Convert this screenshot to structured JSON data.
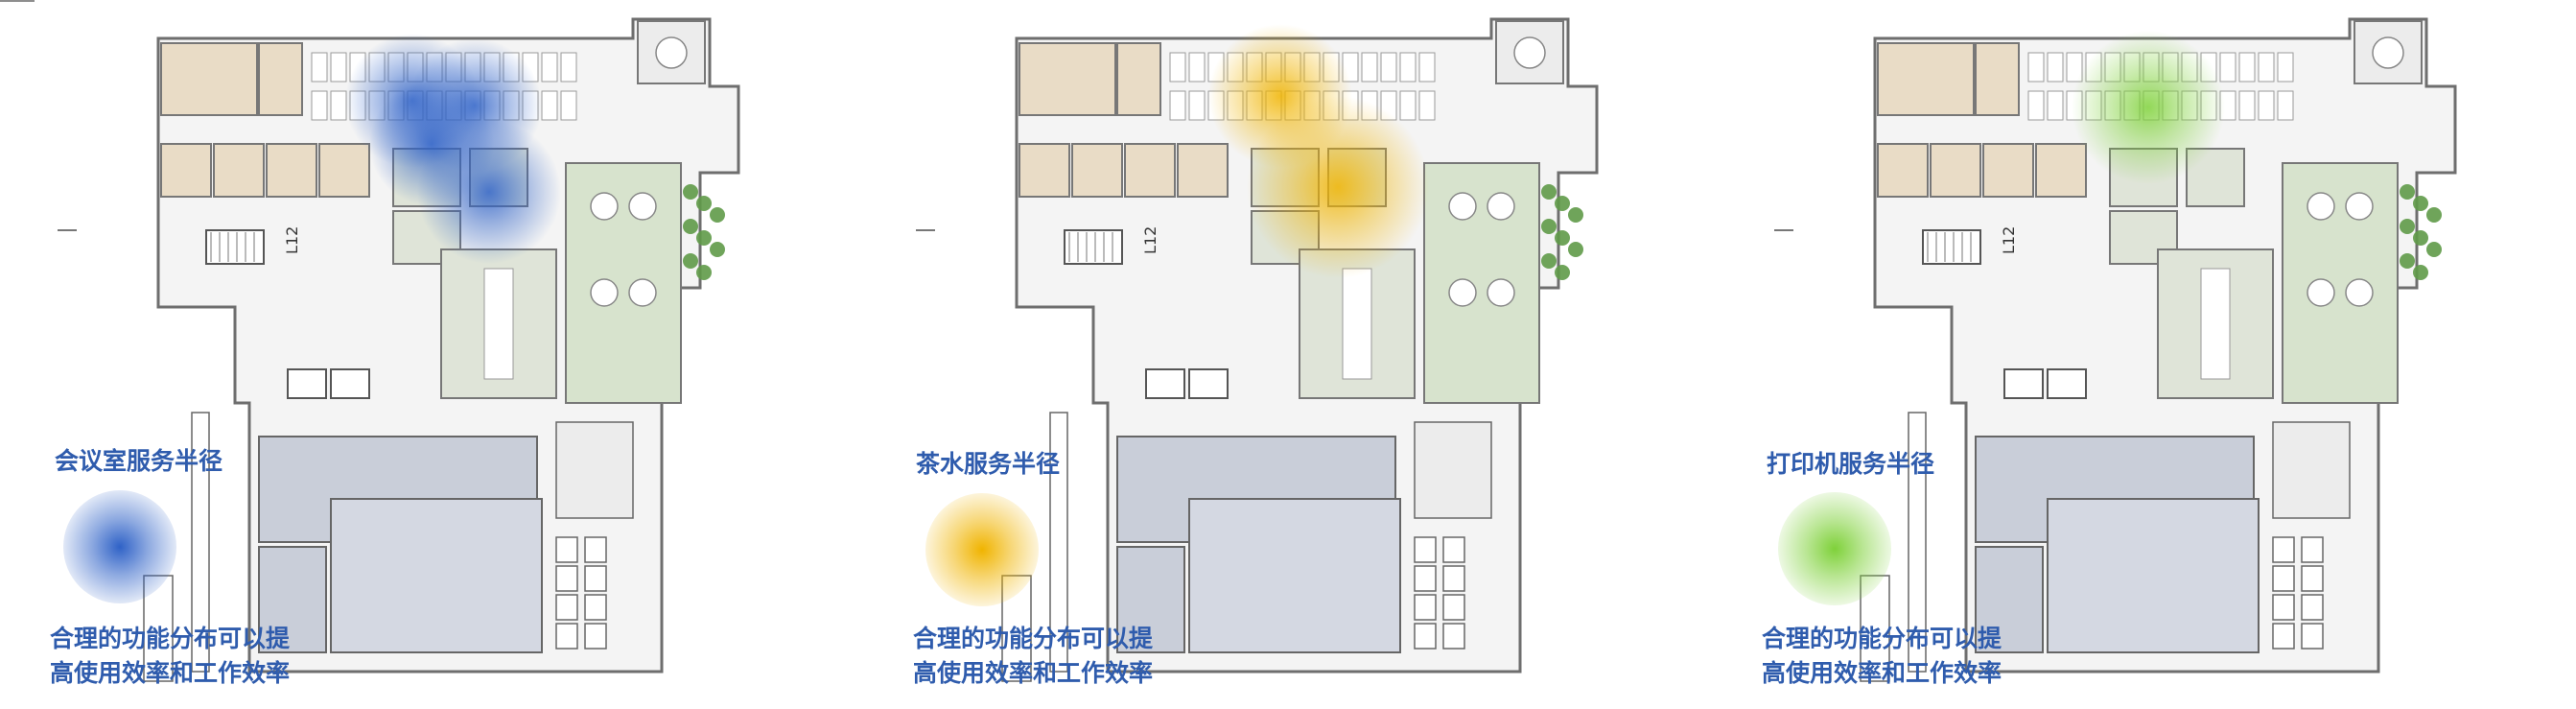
{
  "panels": [
    {
      "title": "会议室服务半径",
      "description_line1": "合理的功能分布可以提",
      "description_line2": "高使用效率和工作效率",
      "color": "#2f62c7",
      "text_color": "#2f5cad"
    },
    {
      "title": "茶水服务半径",
      "description_line1": "合理的功能分布可以提",
      "description_line2": "高使用效率和工作效率",
      "color": "#f0b400",
      "text_color": "#2f5cad"
    },
    {
      "title": "打印机服务半径",
      "description_line1": "合理的功能分布可以提",
      "description_line2": "高使用效率和工作效率",
      "color": "#7fd13a",
      "text_color": "#2f5cad"
    }
  ],
  "plan": {
    "stair_label": "L12"
  }
}
